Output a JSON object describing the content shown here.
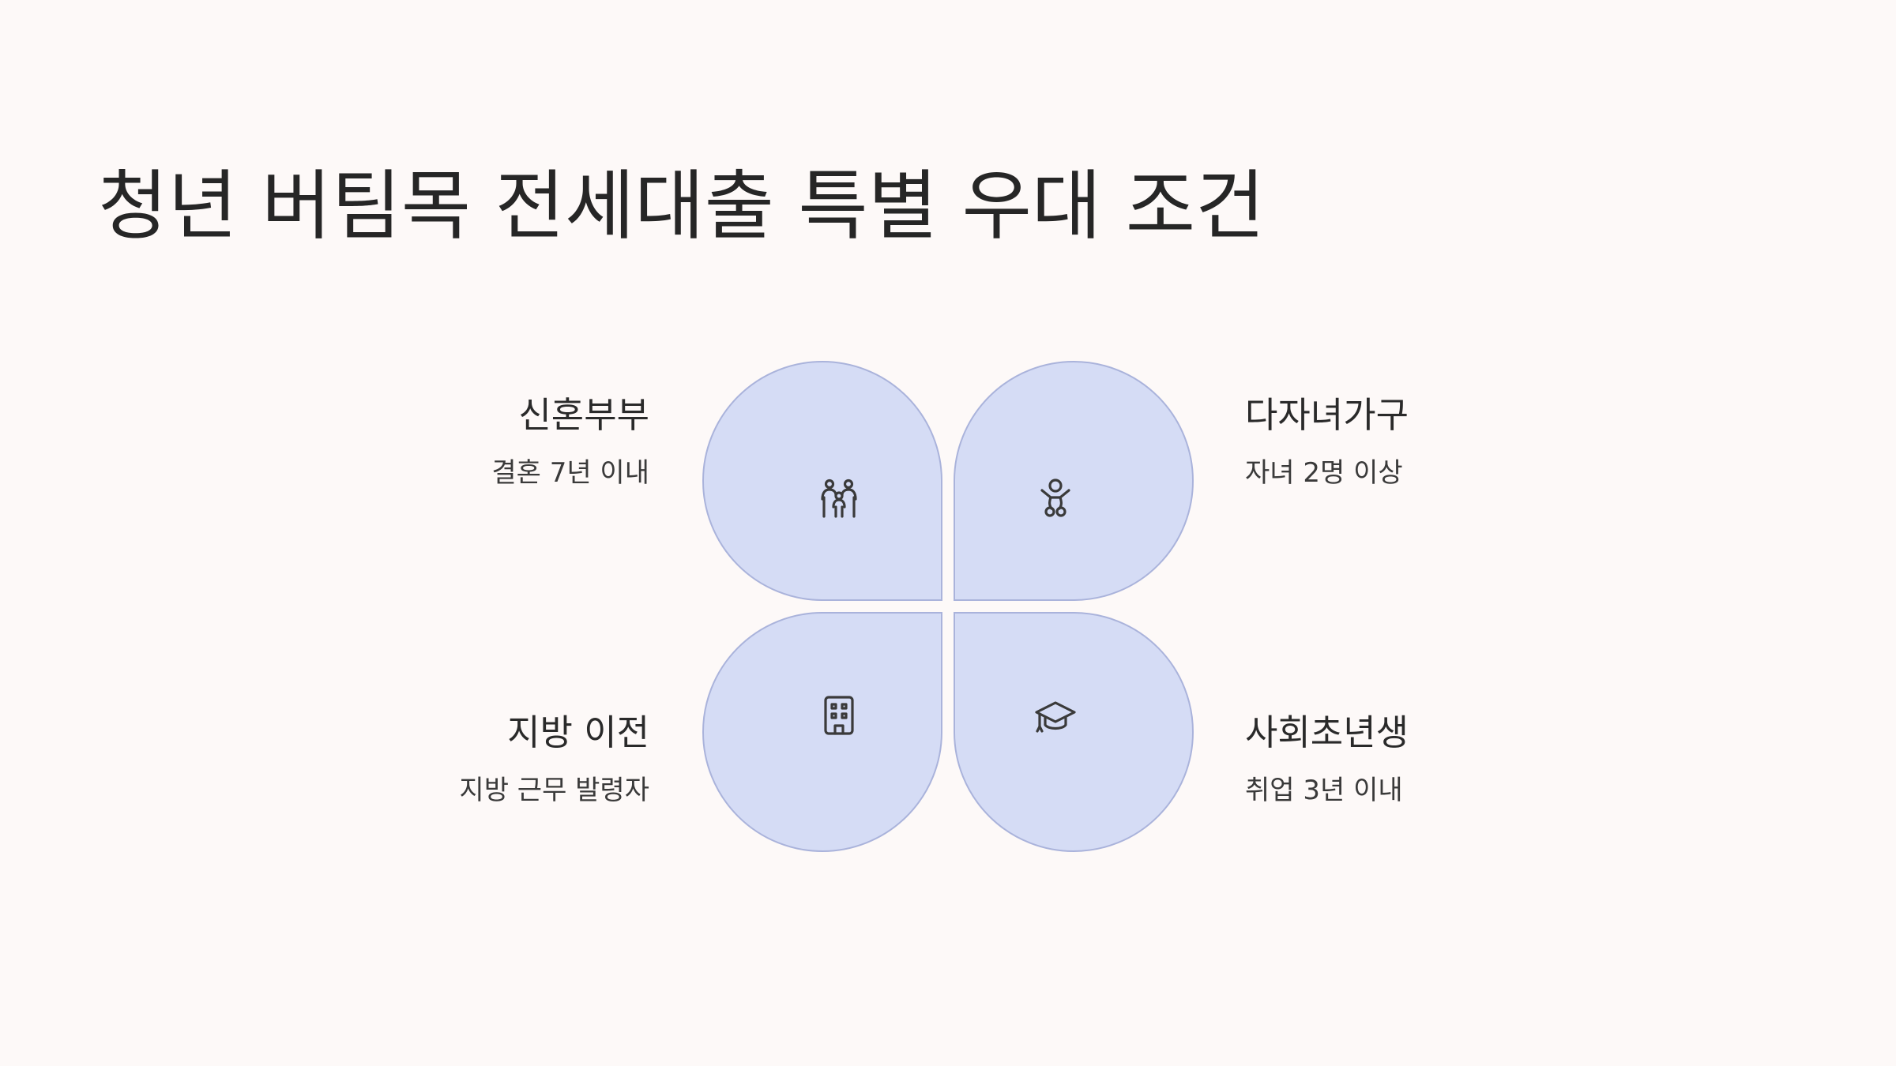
{
  "title": "청년 버팀목 전세대출 특별 우대 조건",
  "colors": {
    "background": "#fdf9f8",
    "petal_fill": "#d5dcf5",
    "petal_stroke": "#aab3db",
    "text": "#262626"
  },
  "quadrants": [
    {
      "id": "top-left",
      "title": "신혼부부",
      "description": "결혼 7년 이내",
      "icon": "family-icon"
    },
    {
      "id": "top-right",
      "title": "다자녀가구",
      "description": "자녀 2명 이상",
      "icon": "baby-icon"
    },
    {
      "id": "bottom-left",
      "title": "지방 이전",
      "description": "지방 근무 발령자",
      "icon": "building-icon"
    },
    {
      "id": "bottom-right",
      "title": "사회초년생",
      "description": "취업 3년 이내",
      "icon": "graduation-cap-icon"
    }
  ]
}
